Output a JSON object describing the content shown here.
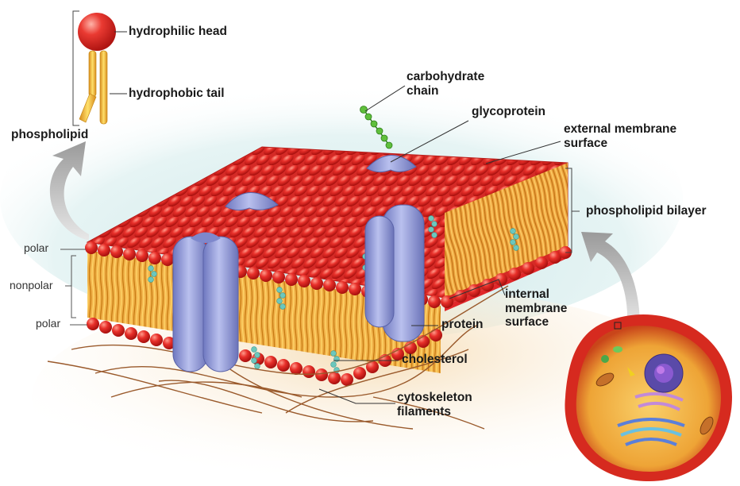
{
  "labels": {
    "hydrophilic_head": "hydrophilic head",
    "hydrophobic_tail": "hydrophobic tail",
    "phospholipid": "phospholipid",
    "carbohydrate_chain": "carbohydrate\nchain",
    "glycoprotein": "glycoprotein",
    "external_membrane_surface": "external membrane\nsurface",
    "phospholipid_bilayer": "phospholipid bilayer",
    "polar_top": "polar",
    "nonpolar": "nonpolar",
    "polar_bottom": "polar",
    "internal_membrane_surface": "internal\nmembrane\nsurface",
    "protein": "protein",
    "cholesterol": "cholesterol",
    "cytoskeleton_filaments": "cytoskeleton\nfilaments"
  },
  "colors": {
    "phospholipid_head": "#e0272a",
    "phospholipid_tail": "#f0a23c",
    "protein": "#8f9ad8",
    "cholesterol": "#6cc7bd",
    "carbohydrate": "#5fbf3c",
    "cytoskeleton": "#9a5a2c",
    "cell_membrane": "#d62a1f",
    "cytoplasm": "#f2b63c",
    "arrow": "#a9a9a9"
  }
}
